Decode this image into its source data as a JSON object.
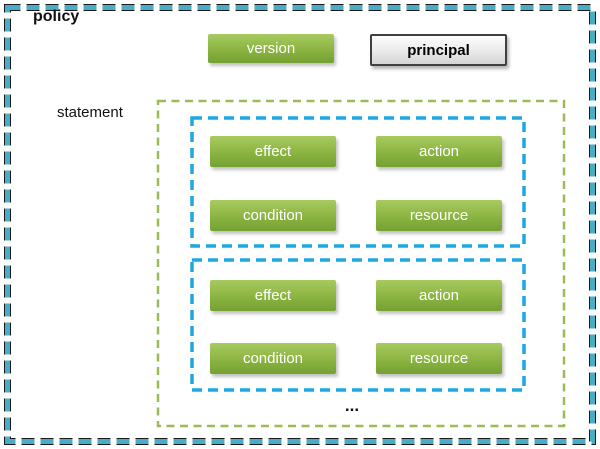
{
  "diagram": {
    "title": "policy",
    "top_boxes": {
      "version": "version",
      "principal": "principal"
    },
    "statement": {
      "label": "statement",
      "blocks": [
        {
          "effect": "effect",
          "action": "action",
          "condition": "condition",
          "resource": "resource"
        },
        {
          "effect": "effect",
          "action": "action",
          "condition": "condition",
          "resource": "resource"
        }
      ],
      "ellipsis": "..."
    },
    "colors": {
      "outer_border": "#4BACC6",
      "outer_border_shadow": "#1A1A1A",
      "statement_border": "#9BBB59",
      "inner_border": "#1FA7E0",
      "green_box_top": "#A7CA60",
      "green_box_mid": "#8BB441",
      "green_box_bottom": "#74A132",
      "principal_border": "#404040",
      "text_on_green": "#FFFFFF",
      "text_dark": "#000000"
    }
  }
}
